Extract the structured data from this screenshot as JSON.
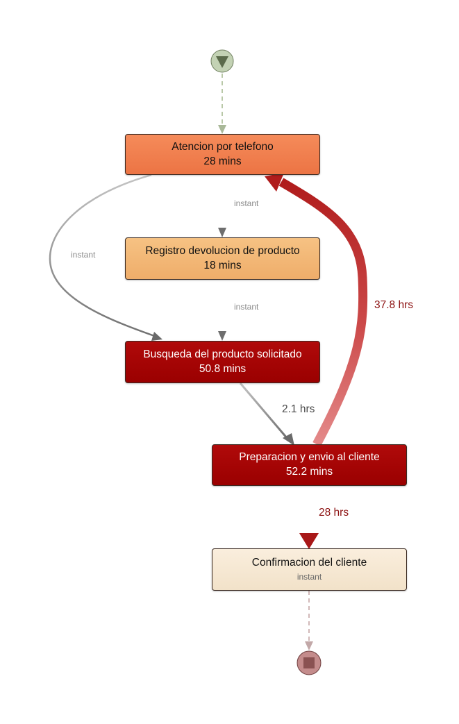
{
  "nodes": {
    "atencion": {
      "title": "Atencion por telefono",
      "duration": "28 mins"
    },
    "registro": {
      "title": "Registro devolucion de producto",
      "duration": "18 mins"
    },
    "busqueda": {
      "title": "Busqueda del producto solicitado",
      "duration": "50.8 mins"
    },
    "preparacion": {
      "title": "Preparacion y envio al cliente",
      "duration": "52.2 mins"
    },
    "confirmacion": {
      "title": "Confirmacion del cliente",
      "duration": "instant"
    }
  },
  "edges": {
    "atencion_registro": "instant",
    "atencion_busqueda": "instant",
    "registro_busqueda": "instant",
    "busqueda_preparacion": "2.1 hrs",
    "preparacion_atencion": "37.8 hrs",
    "preparacion_confirmacion": "28 hrs"
  },
  "colors": {
    "atencion_fill": "#f07f4e",
    "registro_fill": "#f2b472",
    "busqueda_fill": "#a40000",
    "preparacion_fill": "#a40000",
    "confirmacion_fill": "#f5e6d0",
    "strong_path": "#b01c1c",
    "start_node": "#c3d2b4",
    "end_node": "#c48c8c"
  },
  "icons": {
    "start": "triangle-down-icon",
    "end": "square-stop-icon"
  }
}
